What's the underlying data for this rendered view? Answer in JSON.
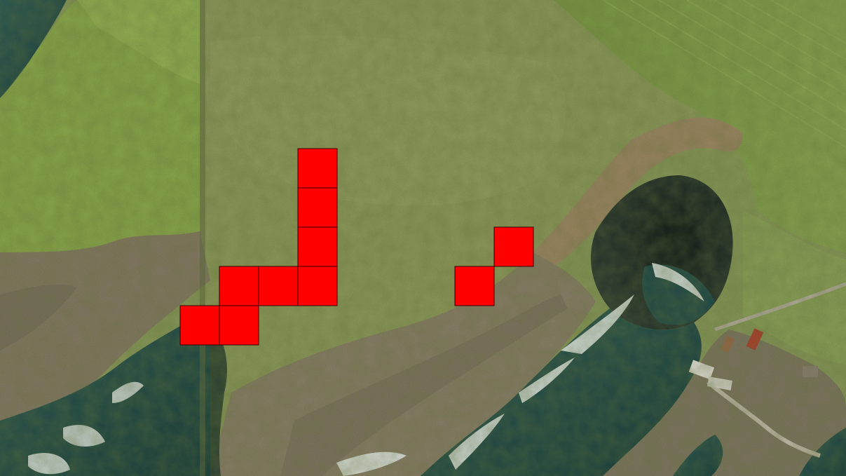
{
  "map": {
    "view": "aerial",
    "overlay": {
      "tile_color": "#ff0000",
      "tile_outline": "#3a0000",
      "cells": [
        {
          "col": 3,
          "row": 0
        },
        {
          "col": 3,
          "row": 1
        },
        {
          "col": 3,
          "row": 2
        },
        {
          "col": 1,
          "row": 3
        },
        {
          "col": 2,
          "row": 3
        },
        {
          "col": 3,
          "row": 3
        },
        {
          "col": 0,
          "row": 4
        },
        {
          "col": 1,
          "row": 4
        },
        {
          "col": 7,
          "row": 3
        },
        {
          "col": 8,
          "row": 2
        }
      ]
    }
  }
}
